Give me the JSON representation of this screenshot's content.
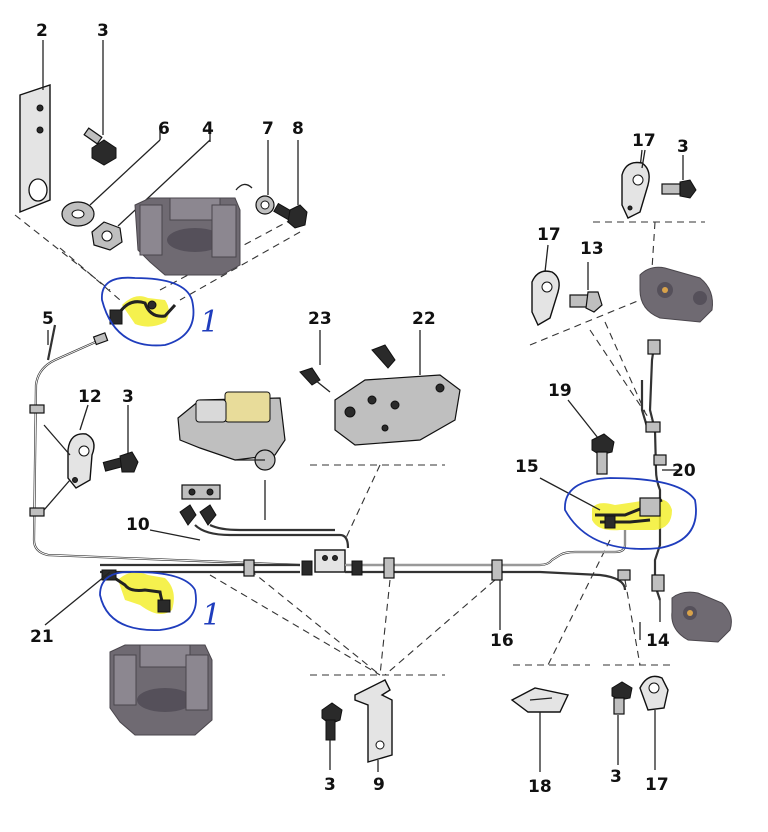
{
  "callouts": {
    "n2": "2",
    "n3_top": "3",
    "n6": "6",
    "n4": "4",
    "n7": "7",
    "n8": "8",
    "n5": "5",
    "n12": "12",
    "n3_left": "3",
    "n10": "10",
    "n21": "21",
    "n23": "23",
    "n22": "22",
    "n17_top": "17",
    "n3_right": "3",
    "n17_mid": "17",
    "n13": "13",
    "n19": "19",
    "n15": "15",
    "n20": "20",
    "n16": "16",
    "n14": "14",
    "n3_bottom": "3",
    "n9": "9",
    "n18": "18",
    "n3_bottom_right": "3",
    "n17_bottom": "17"
  },
  "annotations": {
    "hand_1_upper": "1",
    "hand_1_lower": "1",
    "ink_color": "#1f3dbd",
    "highlight_color": "#f3ef2f"
  }
}
